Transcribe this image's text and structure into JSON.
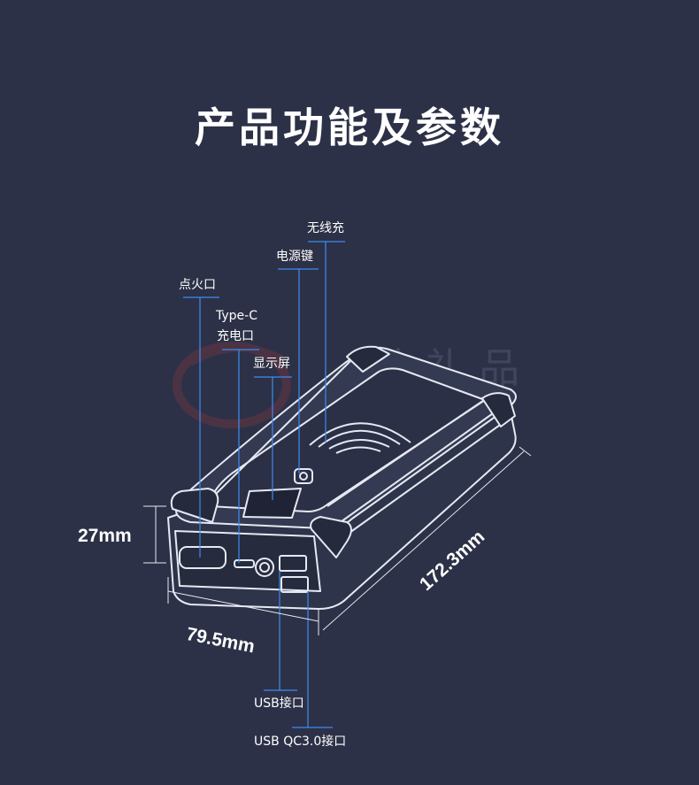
{
  "title": "产品功能及参数",
  "callouts": {
    "wireless": "无线充",
    "power_key": "电源键",
    "ignition": "点火口",
    "type_c_line1": "Type-C",
    "type_c_line2": "充电口",
    "display": "显示屏",
    "usb": "USB接口",
    "usb_qc": "USB  QC3.0接口"
  },
  "dimensions": {
    "height": "27mm",
    "width": "79.5mm",
    "length": "172.3mm"
  },
  "colors": {
    "background": "#2c3147",
    "callout_line": "#3d8cf0",
    "device_outline": "#e6e9f2"
  }
}
